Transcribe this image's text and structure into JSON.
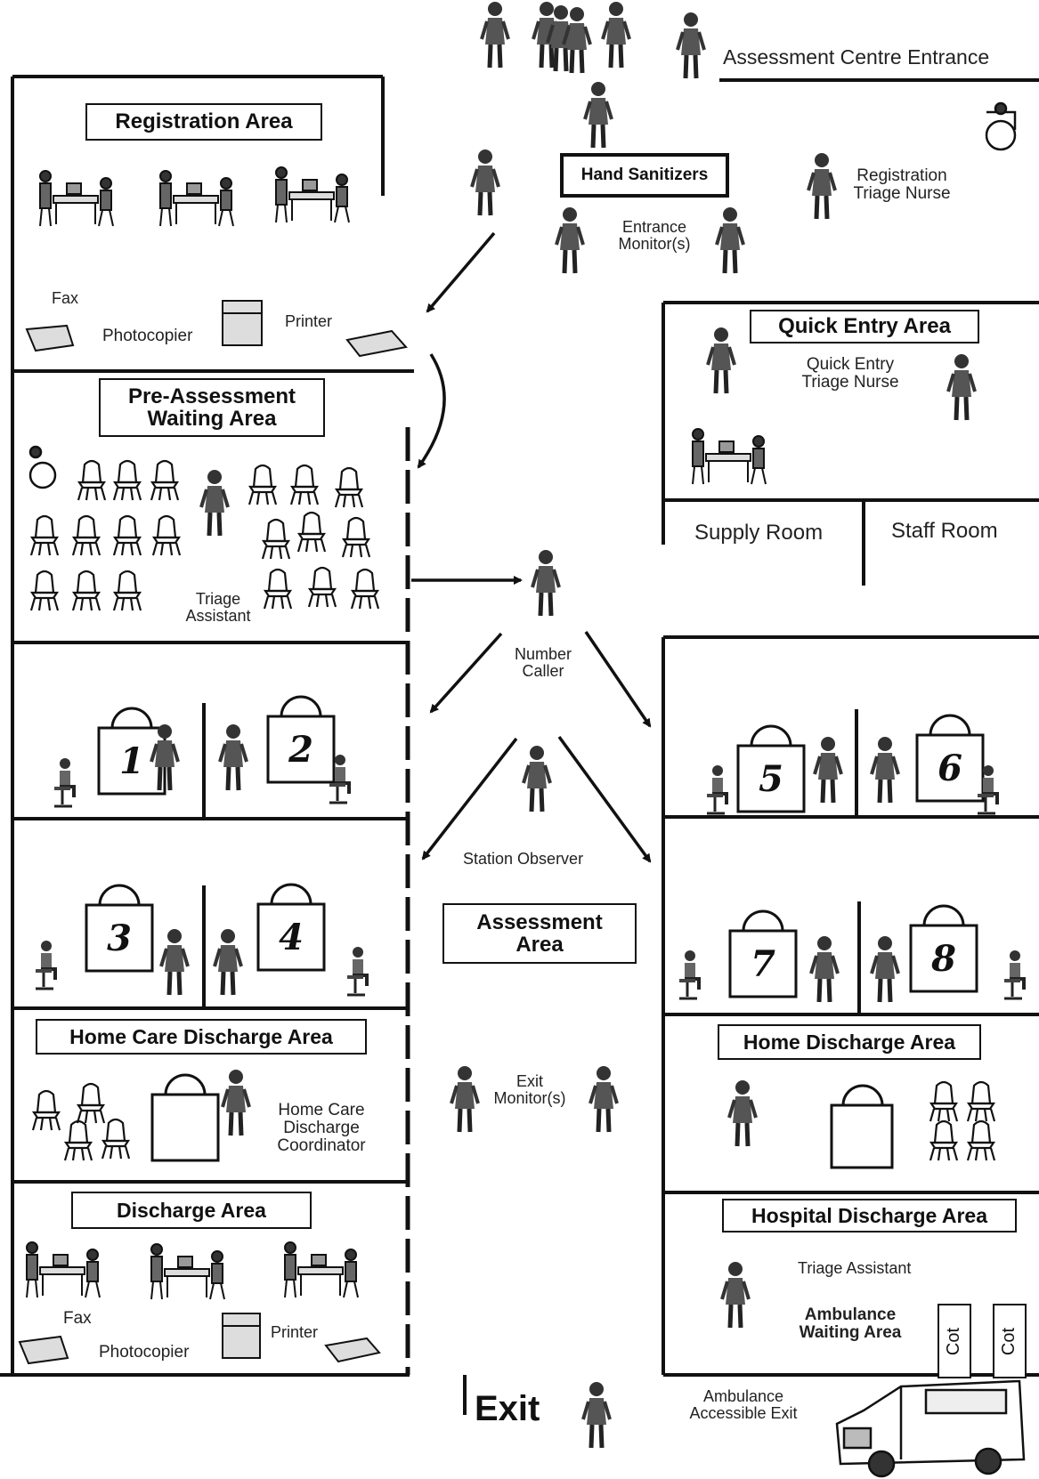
{
  "entrance": "Assessment Centre Entrance",
  "areas": {
    "registration": "Registration Area",
    "pre_assessment_line1": "Pre-Assessment",
    "pre_assessment_line2": "Waiting Area",
    "quick_entry": "Quick Entry Area",
    "supply_room": "Supply Room",
    "staff_room": "Staff Room",
    "assessment_line1": "Assessment",
    "assessment_line2": "Area",
    "home_care_discharge": "Home Care Discharge Area",
    "home_discharge": "Home Discharge Area",
    "discharge": "Discharge Area",
    "hospital_discharge": "Hospital Discharge Area"
  },
  "hand_sanitizers": "Hand Sanitizers",
  "staff_labels": {
    "entrance_monitor_1": "Entrance",
    "entrance_monitor_2": "Monitor(s)",
    "registration_nurse_1": "Registration",
    "registration_nurse_2": "Triage Nurse",
    "quick_nurse_1": "Quick Entry",
    "quick_nurse_2": "Triage Nurse",
    "triage_assistant_1": "Triage",
    "triage_assistant_2": "Assistant",
    "number_caller_1": "Number",
    "number_caller_2": "Caller",
    "station_observer": "Station Observer",
    "exit_monitor_1": "Exit",
    "exit_monitor_2": "Monitor(s)",
    "home_care_coord_1": "Home Care",
    "home_care_coord_2": "Discharge",
    "home_care_coord_3": "Coordinator",
    "hospital_triage_assistant": "Triage Assistant",
    "ambulance_waiting_1": "Ambulance",
    "ambulance_waiting_2": "Waiting Area"
  },
  "equipment": {
    "fax": "Fax",
    "photocopier": "Photocopier",
    "printer": "Printer",
    "fax_bottom": "Fax",
    "photocopier_bottom": "Photocopier",
    "printer_bottom": "Printer",
    "cot": "Cot"
  },
  "stations": [
    "1",
    "2",
    "3",
    "4",
    "5",
    "6",
    "7",
    "8"
  ],
  "exits": {
    "exit": "Exit",
    "ambulance_exit_1": "Ambulance",
    "ambulance_exit_2": "Accessible Exit"
  }
}
